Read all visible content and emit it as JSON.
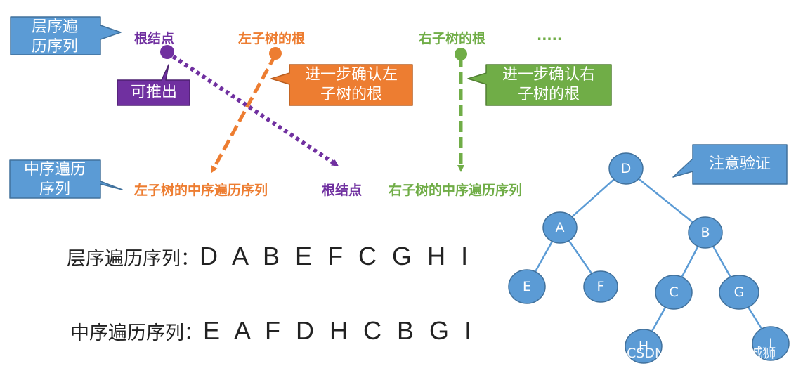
{
  "colors": {
    "callout_blue": "#5b9bd5",
    "purple": "#7030a0",
    "orange": "#ed7d31",
    "green": "#70ad47",
    "node_blue": "#5b9bd5"
  },
  "callouts": {
    "level_order": "层序遍\n历序列",
    "inorder": "中序遍历\n序列",
    "can_infer": "可推出",
    "confirm_left": "进一步确认左\n子树的根",
    "confirm_right": "进一步确认右\n子树的根",
    "verify": "注意验证"
  },
  "top_labels": {
    "root": "根结点",
    "left_root": "左子树的根",
    "right_root": "右子树的根",
    "ellipsis": "....."
  },
  "bottom_labels": {
    "left_inorder": "左子树的中序遍历序列",
    "root": "根结点",
    "right_inorder": "右子树的中序遍历序列"
  },
  "sequences": {
    "level_order": {
      "title": "层序遍历序列：",
      "value": "D A B E F C G H I"
    },
    "inorder": {
      "title": "中序遍历序列：",
      "value": "E A F D H C B G I"
    }
  },
  "tree": {
    "nodes": [
      "D",
      "A",
      "B",
      "E",
      "F",
      "C",
      "G",
      "H",
      "I"
    ]
  },
  "watermark": "CSDN @盛透侧视攻城狮"
}
